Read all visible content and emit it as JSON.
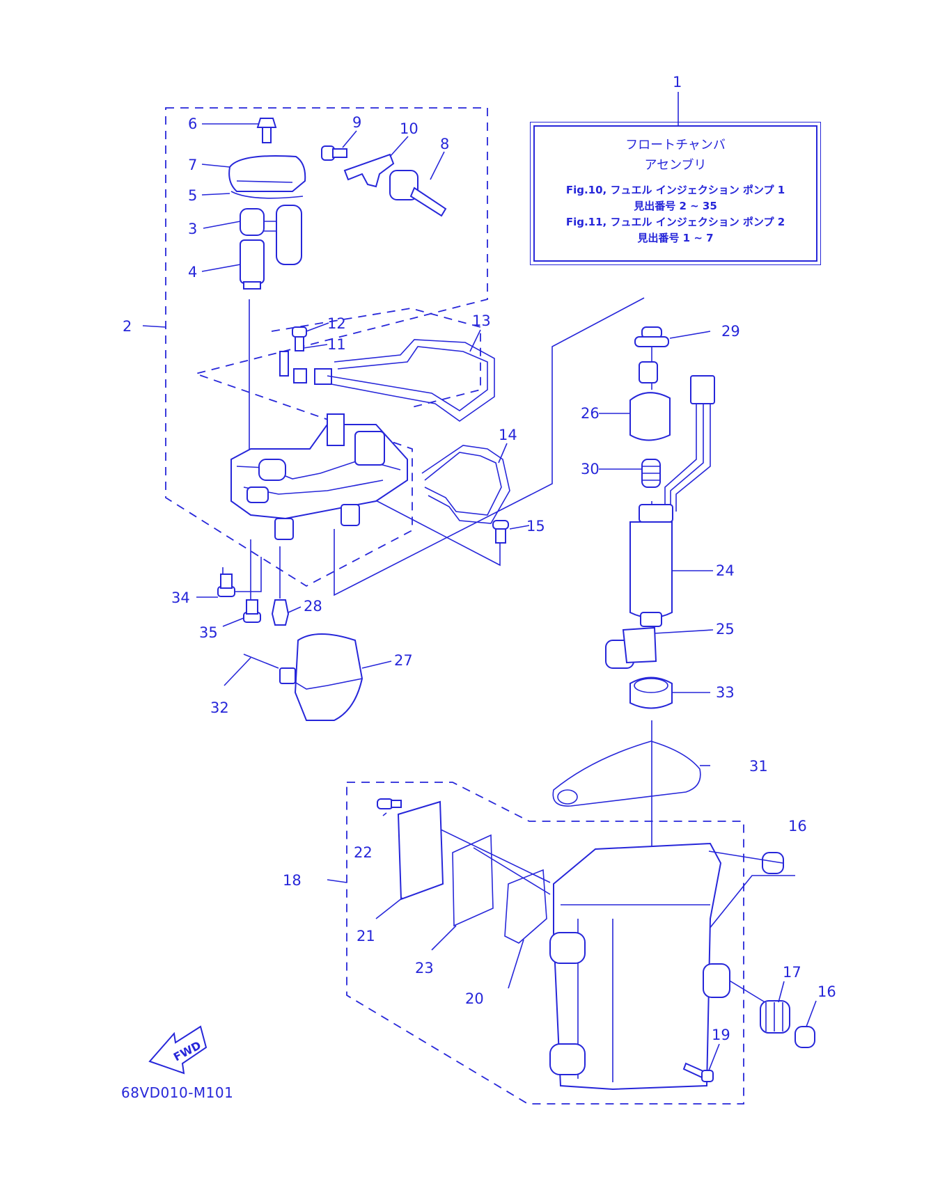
{
  "info_box": {
    "title_line1": "フロートチャンバ",
    "title_line2": "アセンブリ",
    "line1": "Fig.10, フュエル インジェクション ポンプ 1",
    "line2": "見出番号 2 ~ 35",
    "line3": "Fig.11, フュエル インジェクション ポンプ 2",
    "line4": "見出番号 1 ~ 7"
  },
  "drawing_code": "68VD010-M101",
  "fwd_label": "FWD",
  "colors": {
    "ink": "#2626d9",
    "background": "#ffffff"
  },
  "callouts": {
    "c1": "1",
    "c2": "2",
    "c3": "3",
    "c4": "4",
    "c5": "5",
    "c6": "6",
    "c7": "7",
    "c8": "8",
    "c9": "9",
    "c10": "10",
    "c11": "11",
    "c12": "12",
    "c13": "13",
    "c14": "14",
    "c15": "15",
    "c16a": "16",
    "c16b": "16",
    "c17": "17",
    "c18": "18",
    "c19": "19",
    "c20": "20",
    "c21": "21",
    "c22": "22",
    "c23": "23",
    "c24": "24",
    "c25": "25",
    "c26": "26",
    "c27": "27",
    "c28": "28",
    "c29": "29",
    "c30": "30",
    "c31": "31",
    "c32": "32",
    "c33": "33",
    "c34": "34",
    "c35": "35"
  }
}
